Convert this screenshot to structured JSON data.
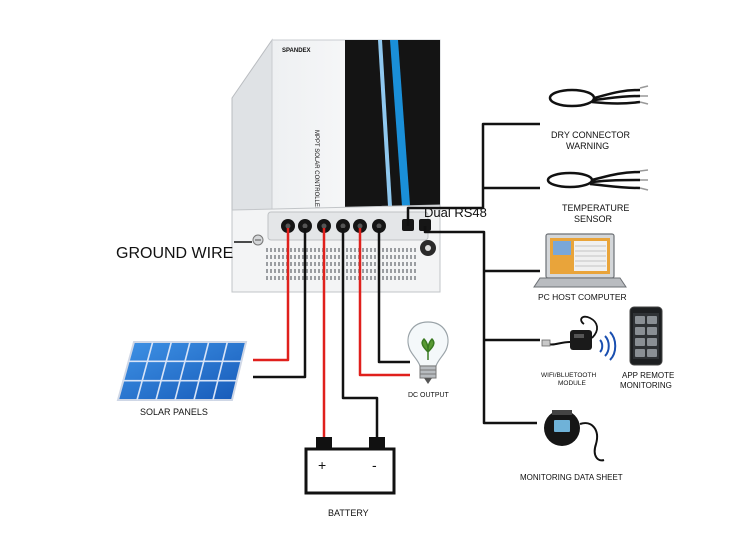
{
  "device": {
    "brand": "SPANDEX",
    "side_text": "MPPT SOLAR CONTROLLER",
    "accent_color": "#1a8fd8"
  },
  "labels": {
    "ground_wire": "GROUND WIRE",
    "dual_rs48": "Dual RS48",
    "solar_panels": "SOLAR PANELS",
    "battery": "BATTERY",
    "battery_plus": "+",
    "battery_minus": "-",
    "dc_output": "DC OUTPUT"
  },
  "accessories": [
    {
      "id": "dry-connector",
      "lines": [
        "DRY CONNECTOR",
        "WARNING"
      ]
    },
    {
      "id": "temperature-sensor",
      "lines": [
        "TEMPERATURE",
        "SENSOR"
      ]
    },
    {
      "id": "pc-host",
      "lines": [
        "PC HOST COMPUTER"
      ]
    },
    {
      "id": "wifi-module",
      "lines": [
        "WIFI/BLUETOOTH",
        "MODULE"
      ]
    },
    {
      "id": "app-remote",
      "lines": [
        "APP REMOTE",
        "MONITORING"
      ]
    },
    {
      "id": "monitoring-sheet",
      "lines": [
        "MONITORING DATA SHEET"
      ]
    }
  ],
  "colors": {
    "wire_positive": "#e0201c",
    "wire_negative": "#111111",
    "solar_blue": "#1f6fd0"
  }
}
